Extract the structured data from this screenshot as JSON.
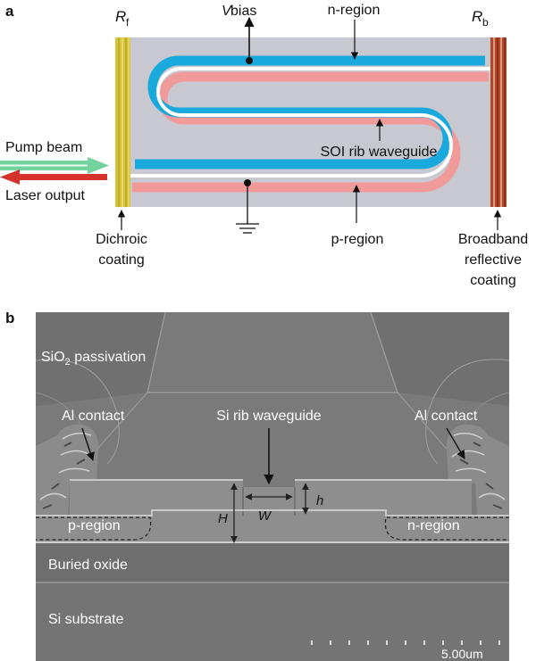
{
  "panel_a": {
    "letter": "a",
    "mirror_front": "R",
    "mirror_front_sub": "f",
    "mirror_back": "R",
    "mirror_back_sub": "b",
    "v_bias_v": "V",
    "v_bias_rest": " bias",
    "n_region": "n-region",
    "p_region": "p-region",
    "waveguide": "SOI rib waveguide",
    "pump_beam": "Pump beam",
    "laser_output": "Laser output",
    "dichroic_line1": "Dichroic",
    "dichroic_line2": "coating",
    "broadband_line1": "Broadband",
    "broadband_line2": "reflective",
    "broadband_line3": "coating",
    "colors": {
      "chip": "#c8c9d0",
      "n_region": "#1aa9dc",
      "p_region": "#f09a9a",
      "dichroic": "#d6c43a",
      "reflective": "#b4462a",
      "pump_arrow": "#73d29e",
      "laser_arrow": "#d5322b"
    }
  },
  "panel_b": {
    "letter": "b",
    "sio2_prefix": "SiO",
    "sio2_sub": "2",
    "sio2_suffix": " passivation",
    "al_contact_left": "Al contact",
    "al_contact_right": "Al contact",
    "rib_label": "Si rib waveguide",
    "dim_w": "W",
    "dim_h_small": "h",
    "dim_h_large": "H",
    "p_region": "p-region",
    "n_region": "n-region",
    "buried_oxide": "Buried oxide",
    "substrate": "Si substrate",
    "scale_bar": "5.00um"
  }
}
